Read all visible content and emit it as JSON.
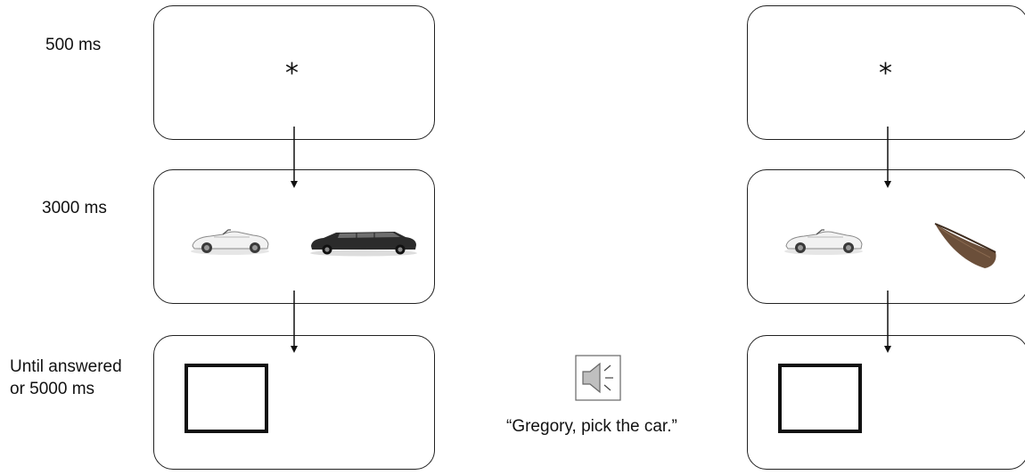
{
  "timings": {
    "fixation": "500 ms",
    "preview": "3000 ms",
    "response": "Until answered\nor 5000 ms"
  },
  "fixation_symbol": "*",
  "audio": {
    "icon": "speaker-icon",
    "prompt": "“Gregory, pick the car.”"
  },
  "conditions": [
    {
      "side": "left",
      "pictures": [
        "convertible-car-image",
        "limousine-image"
      ]
    },
    {
      "side": "right",
      "pictures": [
        "convertible-car-image",
        "canoe-image"
      ]
    }
  ],
  "colors": {
    "border": "#222222",
    "response_box": "#111111",
    "speaker_fill": "#bfbfbf"
  }
}
